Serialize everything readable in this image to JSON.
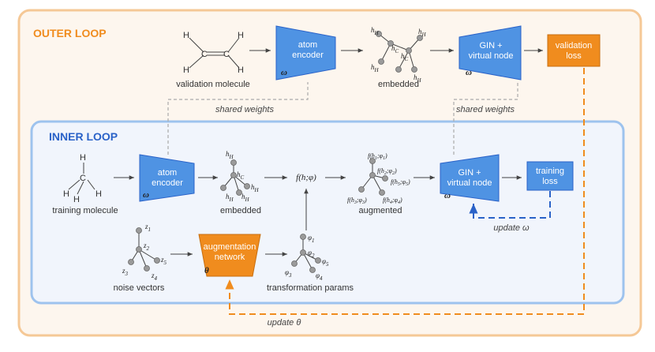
{
  "outer_loop": {
    "title": "OUTER LOOP",
    "validation_molecule_label": "validation molecule",
    "atom_encoder_label": "atom encoder",
    "embedded_label": "embedded",
    "gin_label": "GIN + virtual node",
    "validation_loss_label": "validation loss",
    "shared_weights_left": "shared weights",
    "shared_weights_right": "shared weights",
    "update_theta": "update θ"
  },
  "inner_loop": {
    "title": "INNER LOOP",
    "training_molecule_label": "training molecule",
    "atom_encoder_label": "atom encoder",
    "embedded_label": "embedded",
    "function_label": "f(h;φ)",
    "augmented_label": "augmented",
    "gin_label": "GIN + virtual node",
    "training_loss_label": "training loss",
    "update_omega": "update ω",
    "noise_vectors_label": "noise vectors",
    "augmentation_network_label": "augmentation network",
    "transformation_params_label": "transformation params"
  },
  "symbols": {
    "omega": "ω",
    "theta": "θ",
    "H": "H",
    "C": "C"
  },
  "colors": {
    "outer_border": "#f5c896",
    "outer_bg": "#fdf6ee",
    "outer_title": "#f08c1e",
    "inner_border": "#9ec3ee",
    "inner_bg": "#f1f5fc",
    "inner_title": "#2a62c8",
    "encoder_blue": "#4f93e3",
    "aug_orange": "#f08c1e",
    "update_omega_arrow": "#2a62c8",
    "update_theta_arrow": "#f08c1e"
  }
}
